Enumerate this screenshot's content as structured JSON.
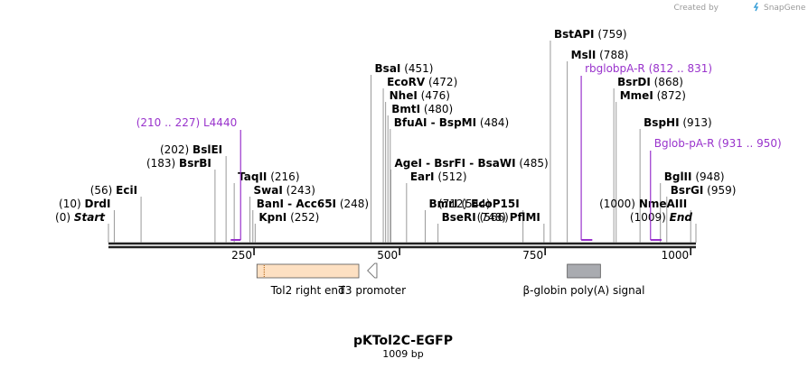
{
  "brand": {
    "prefix": "Created by",
    "name": "SnapGene"
  },
  "plasmid": {
    "name": "pKTol2C-EGFP",
    "length_label": "1009 bp",
    "length": 1009
  },
  "colors": {
    "primer": "#9933cc",
    "tol2": "#fde0c2",
    "polya": "#a9abb0",
    "backbone": "#222222"
  },
  "axis": {
    "ticks": [
      250,
      500,
      750,
      1000
    ]
  },
  "sites": [
    {
      "name": "Start",
      "pos_label": "(0)",
      "pos": 0,
      "italic": true
    },
    {
      "name": "DrdI",
      "pos_label": "(10)",
      "pos": 10
    },
    {
      "name": "EciI",
      "pos_label": "(56)",
      "pos": 56
    },
    {
      "name": "BsrBI",
      "pos_label": "(183)",
      "pos": 183
    },
    {
      "name": "BslEI",
      "pos_label": "(202)",
      "pos": 202
    },
    {
      "name": "TaqII",
      "pos_label": "(216)",
      "pos": 216
    },
    {
      "name": "SwaI",
      "pos_label": "(243)",
      "pos": 243
    },
    {
      "name": "BanI  -  Acc65I",
      "pos_label": "(248)",
      "pos": 248
    },
    {
      "name": "KpnI",
      "pos_label": "(252)",
      "pos": 252
    },
    {
      "name": "BsaI",
      "pos_label": "(451)",
      "pos": 451
    },
    {
      "name": "EcoRV",
      "pos_label": "(472)",
      "pos": 472
    },
    {
      "name": "NheI",
      "pos_label": "(476)",
      "pos": 476
    },
    {
      "name": "BmtI",
      "pos_label": "(480)",
      "pos": 480
    },
    {
      "name": "BfuAI  -  BspMI",
      "pos_label": "(484)",
      "pos": 484
    },
    {
      "name": "AgeI  -  BsrFI  -  BsaWI",
      "pos_label": "(485)",
      "pos": 485
    },
    {
      "name": "EarI",
      "pos_label": "(512)",
      "pos": 512
    },
    {
      "name": "BmrI",
      "pos_label": "(544)",
      "pos": 544
    },
    {
      "name": "BseRI",
      "pos_label": "(566)",
      "pos": 566
    },
    {
      "name": "EcoP15I",
      "pos_label": "(712)",
      "pos": 712
    },
    {
      "name": "PflMI",
      "pos_label": "(748)",
      "pos": 748
    },
    {
      "name": "BstAPI",
      "pos_label": "(759)",
      "pos": 759
    },
    {
      "name": "MslI",
      "pos_label": "(788)",
      "pos": 788
    },
    {
      "name": "BsrDI",
      "pos_label": "(868)",
      "pos": 868
    },
    {
      "name": "MmeI",
      "pos_label": "(872)",
      "pos": 872
    },
    {
      "name": "BspHI",
      "pos_label": "(913)",
      "pos": 913
    },
    {
      "name": "BglII",
      "pos_label": "(948)",
      "pos": 948
    },
    {
      "name": "BsrGI",
      "pos_label": "(959)",
      "pos": 959
    },
    {
      "name": "NmeAIII",
      "pos_label": "(1000)",
      "pos": 1000
    },
    {
      "name": "End",
      "pos_label": "(1009)",
      "pos": 1009,
      "italic": true
    }
  ],
  "primers": [
    {
      "name": "L4440",
      "range_label": "(210 .. 227)",
      "start": 210,
      "end": 227
    },
    {
      "name": "rbglobpA-R",
      "range_label": "(812 .. 831)",
      "start": 812,
      "end": 831
    },
    {
      "name": "Bglob-pA-R",
      "range_label": "(931 .. 950)",
      "start": 931,
      "end": 950
    }
  ],
  "features": [
    {
      "name": "Tol2 right end",
      "start": 255,
      "end": 430,
      "kind": "box"
    },
    {
      "name": "T3 promoter",
      "start": 445,
      "end": 461,
      "kind": "arrow-left"
    },
    {
      "name": "β-globin poly(A) signal",
      "start": 788,
      "end": 845,
      "kind": "box"
    }
  ]
}
